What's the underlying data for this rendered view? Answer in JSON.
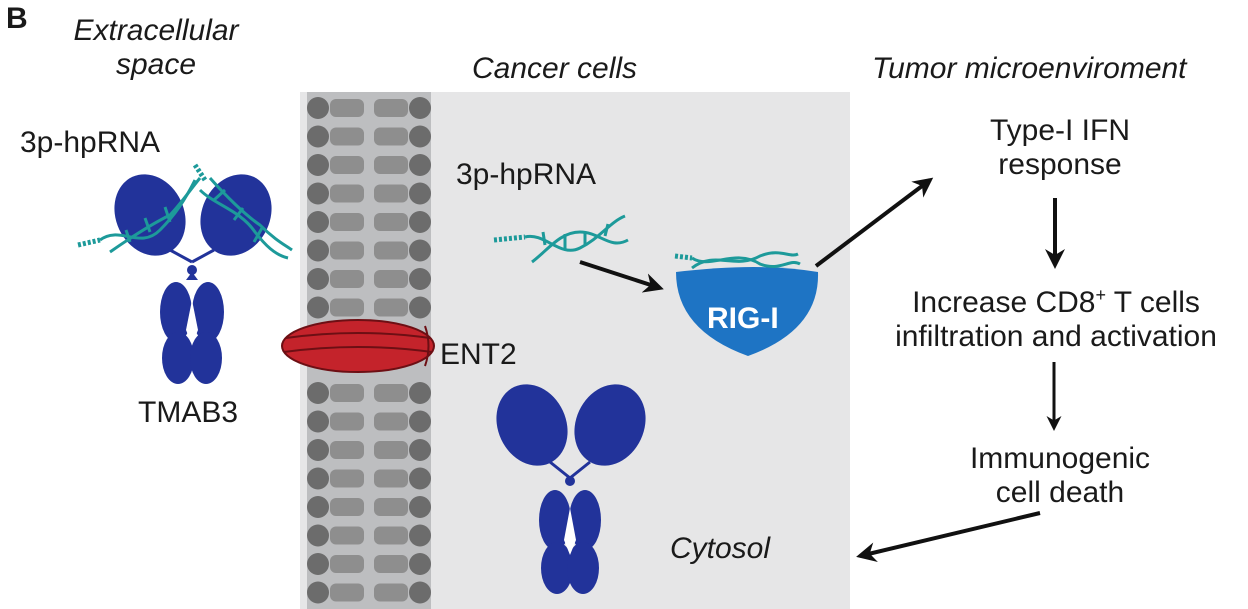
{
  "panel_label": "B",
  "regions": {
    "extracellular_line1": "Extracellular",
    "extracellular_line2": "space",
    "cancer_cells": "Cancer cells",
    "tumor_microenvironment": "Tumor microenviroment",
    "cytosol": "Cytosol"
  },
  "labels": {
    "rna_extracellular": "3p-hpRNA",
    "rna_intracellular": "3p-hpRNA",
    "antibody": "TMAB3",
    "transporter": "ENT2",
    "sensor": "RIG-I"
  },
  "pathway": {
    "step1_line1": "Type-I IFN",
    "step1_line2": "response",
    "step2_line1_pre": "Increase CD8",
    "step2_line1_sup": "+",
    "step2_line1_post": " T cells",
    "step2_line2": "infiltration and activation",
    "step3_line1": "Immunogenic",
    "step3_line2": "cell death"
  },
  "colors": {
    "antibody": "#22339a",
    "rna": "#1d9a9a",
    "rig_i": "#1e74c4",
    "ent2": "#c4232b",
    "membrane_head": "#6c6c6c",
    "membrane_tail": "#8e8e8e",
    "membrane_bg": "#bdbec0",
    "cytosol_bg": "#e6e6e7",
    "arrow": "#111111"
  }
}
